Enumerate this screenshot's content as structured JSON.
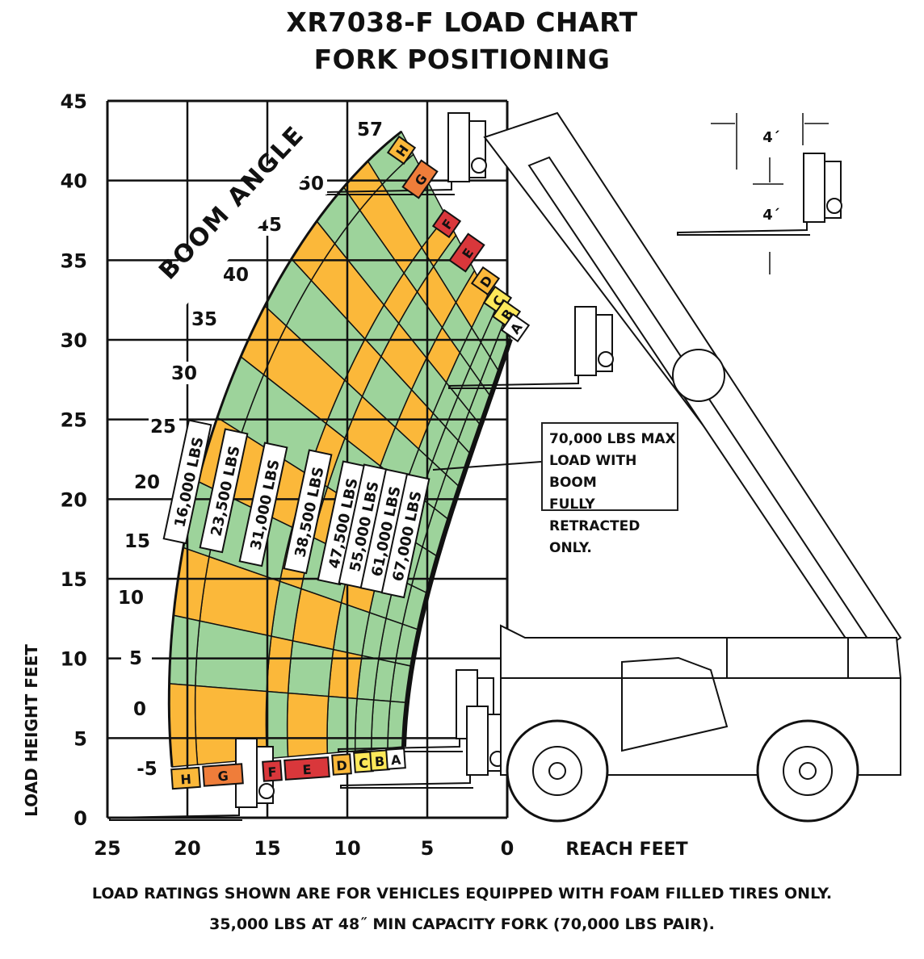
{
  "title": {
    "line1": "XR7038-F LOAD CHART",
    "line2": "FORK POSITIONING"
  },
  "chart_data": {
    "type": "area",
    "title": "XR7038-F LOAD CHART FORK POSITIONING",
    "xlabel": "REACH FEET",
    "ylabel": "LOAD HEIGHT  FEET",
    "xlim": [
      25,
      0
    ],
    "ylim": [
      0,
      45
    ],
    "x_ticks": [
      "25",
      "20",
      "15",
      "10",
      "5",
      "0"
    ],
    "y_ticks": [
      "45",
      "40",
      "35",
      "30",
      "25",
      "20",
      "15",
      "10",
      "5",
      "0"
    ],
    "grid": true,
    "boom_angle_label": "BOOM ANGLE",
    "boom_angles": [
      "57",
      "50",
      "45",
      "40",
      "35",
      "30",
      "25",
      "20",
      "15",
      "10",
      "5",
      "0",
      "-5"
    ],
    "zones": [
      "A",
      "B",
      "C",
      "D",
      "E",
      "F",
      "G",
      "H"
    ],
    "zone_colors": {
      "A": "#ffffff",
      "B": "#fde85a",
      "C": "#fde85a",
      "D": "#fbb83a",
      "E": "#d9373b",
      "F": "#d9373b",
      "G": "#ef7d3a",
      "H": "#fbb83a"
    },
    "load_ratings": [
      "16,000 LBS",
      "23,500 LBS",
      "31,000 LBS",
      "38,500 LBS",
      "47,500 LBS",
      "55,000 LBS",
      "61,000 LBS",
      "67,000 LBS"
    ]
  },
  "callout": {
    "lines": [
      "70,000 LBS MAX",
      "LOAD WITH BOOM",
      "FULLY RETRACTED",
      "ONLY."
    ]
  },
  "dimension": {
    "upper": "4´",
    "lower": "4´"
  },
  "footer": {
    "line1": "LOAD RATINGS SHOWN ARE FOR VEHICLES EQUIPPED WITH FOAM FILLED TIRES ONLY.",
    "line2": "35,000 LBS AT 48˝ MIN CAPACITY FORK (70,000 LBS PAIR)."
  },
  "colors": {
    "green": "#9dd39b",
    "orange": "#fbb83a",
    "grid": "#111111"
  }
}
